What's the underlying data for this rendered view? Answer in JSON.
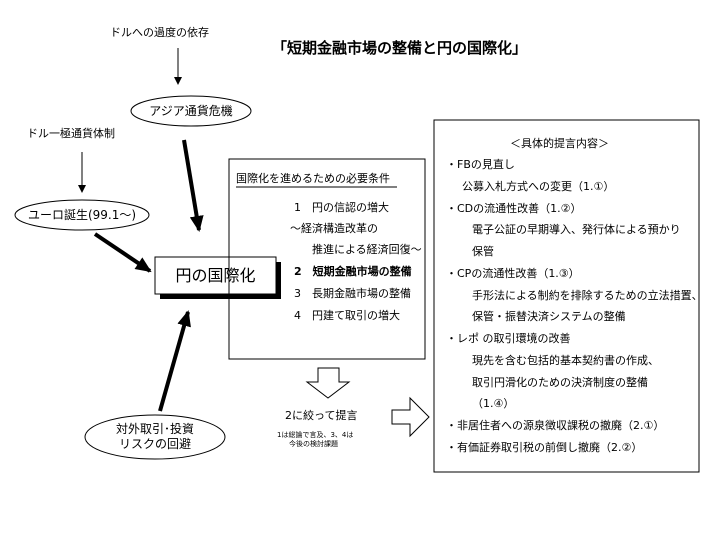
{
  "title": "「短期金融市場の整備と円の国際化」",
  "left": {
    "dollar_dependence": "ドルへの過度の依存",
    "asian_crisis": "アジア通貨危機",
    "dollar_single_currency": "ドル一極通貨体制",
    "euro_birth": "ユーロ誕生(99.1～)",
    "yen_internationalization": "円の国際化",
    "external_risk_line1": "対外取引･投資",
    "external_risk_line2": "リスクの回避"
  },
  "conditions": {
    "header": "国際化を進めるための必要条件",
    "items": [
      "1　円の信認の増大",
      "～経済構造改革の",
      "推進による経済回復～",
      "2　短期金融市場の整備",
      "3　長期金融市場の整備",
      "4　円建て取引の増大"
    ],
    "focus_label": "2に絞って提言",
    "note_line1": "1は総論で言及、3、4は",
    "note_line2": "今後の検討課題"
  },
  "proposals": {
    "header": "＜具体的提言内容＞",
    "lines": [
      "・FBの見直し",
      "公募入札方式への変更（1.①）",
      "・CDの流通性改善（1.②）",
      "電子公証の早期導入、発行体による預かり",
      "保管",
      "・CPの流通性改善（1.③）",
      "手形法による制約を排除するための立法措置、",
      "保管・振替決済システムの整備",
      "・レポ の取引環境の改善",
      "現先を含む包括的基本契約書の作成、",
      "取引円滑化のための決済制度の整備",
      "（1.④）",
      "・非居住者への源泉徴収課税の撤廃（2.①）",
      "・有価証券取引税の前倒し撤廃（2.②）"
    ]
  }
}
